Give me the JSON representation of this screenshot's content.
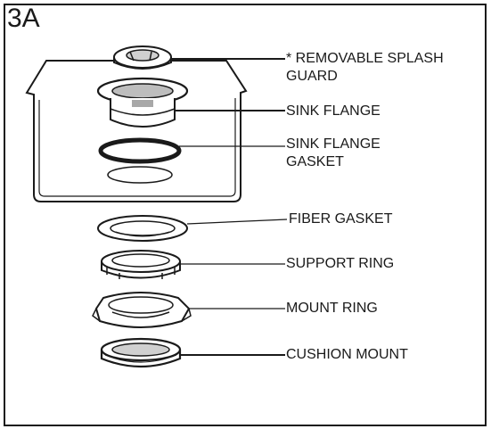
{
  "figure_label": "3A",
  "colors": {
    "ink": "#1a1a1a",
    "paper": "#ffffff",
    "shade": "#bdbdbd"
  },
  "parts": [
    {
      "id": "splash-guard",
      "label": "* REMOVABLE SPLASH\nGUARD"
    },
    {
      "id": "sink-flange",
      "label": "SINK FLANGE"
    },
    {
      "id": "sink-flange-gasket",
      "label": "SINK FLANGE\nGASKET"
    },
    {
      "id": "fiber-gasket",
      "label": "FIBER GASKET"
    },
    {
      "id": "support-ring",
      "label": "SUPPORT RING"
    },
    {
      "id": "mount-ring",
      "label": "MOUNT RING"
    },
    {
      "id": "cushion-mount",
      "label": "CUSHION MOUNT"
    }
  ]
}
